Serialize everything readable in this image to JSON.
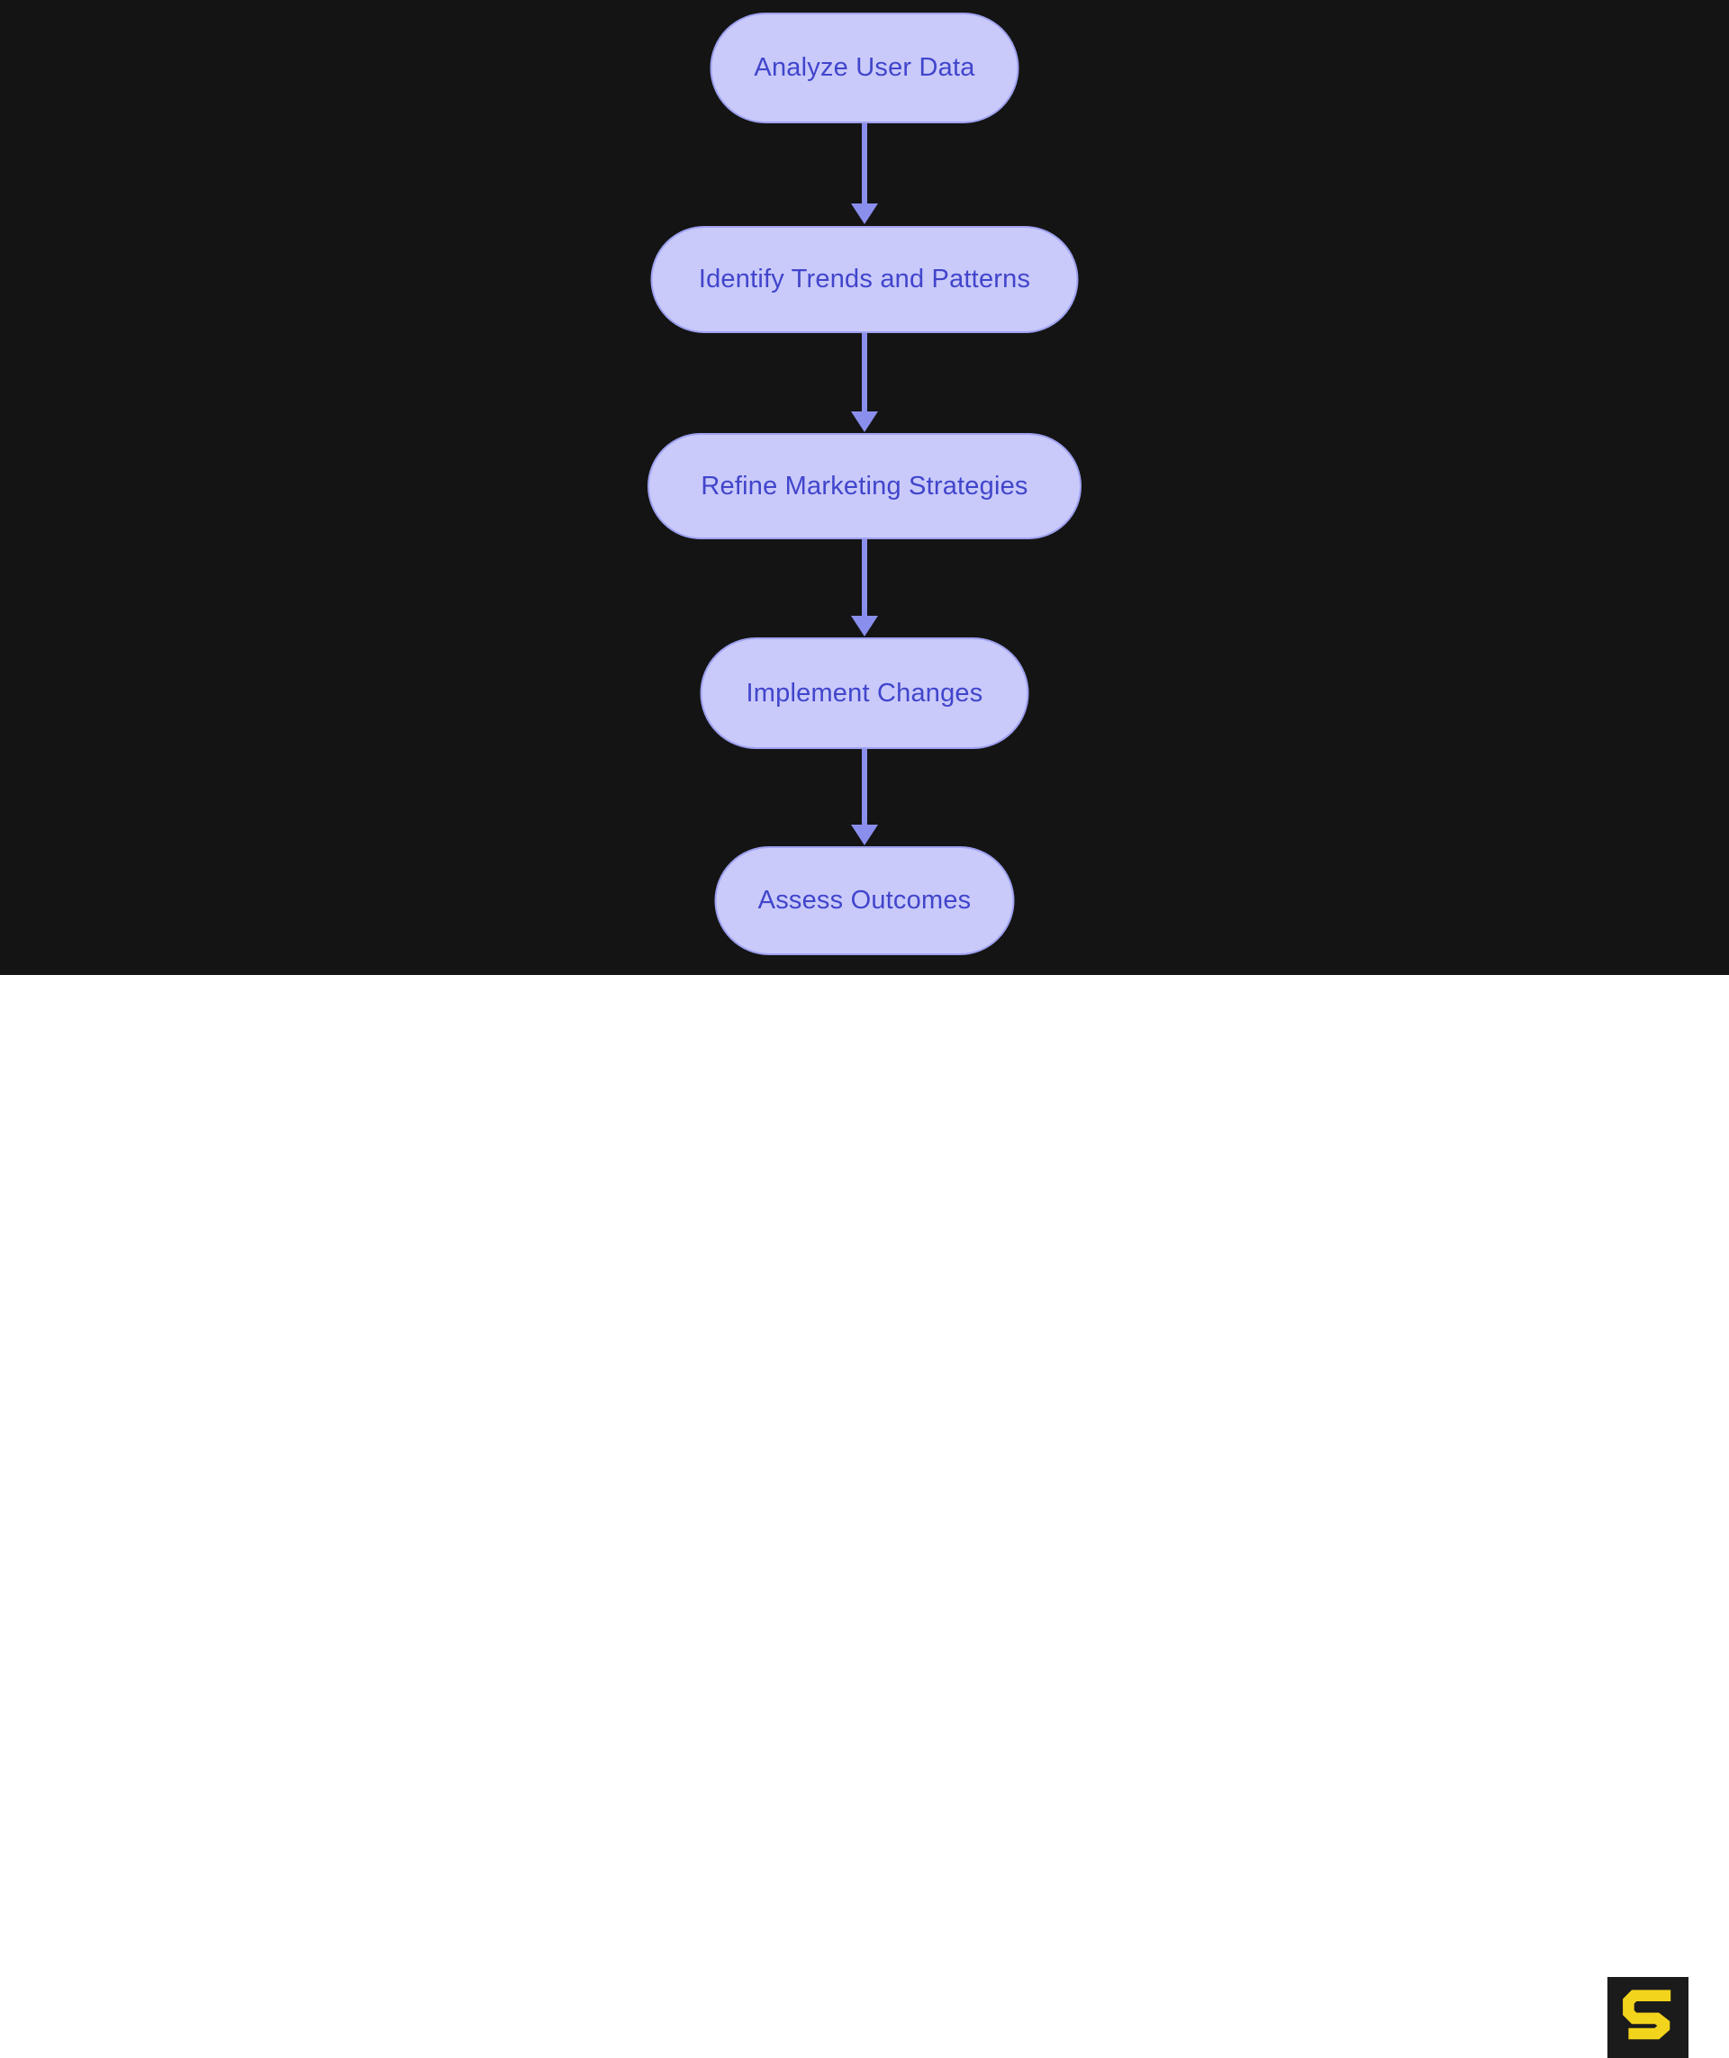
{
  "flowchart": {
    "type": "vertical-flow",
    "nodes": [
      {
        "label": "Analyze User Data"
      },
      {
        "label": "Identify Trends and Patterns"
      },
      {
        "label": "Refine Marketing Strategies"
      },
      {
        "label": "Implement Changes"
      },
      {
        "label": "Assess Outcomes"
      }
    ],
    "connections": [
      {
        "from": 0,
        "to": 1
      },
      {
        "from": 1,
        "to": 2
      },
      {
        "from": 2,
        "to": 3
      },
      {
        "from": 3,
        "to": 4
      }
    ],
    "colors": {
      "canvas_background": "#141414",
      "node_fill": "#c9cafa",
      "node_border": "#9ea1f0",
      "node_text": "#4145cb",
      "arrow": "#8a8eec",
      "footer_background": "#ffffff",
      "logo_background": "#1b1b1b",
      "logo_glyph": "#f2d41c"
    }
  },
  "footer": {
    "logo_name": "s-logo"
  }
}
